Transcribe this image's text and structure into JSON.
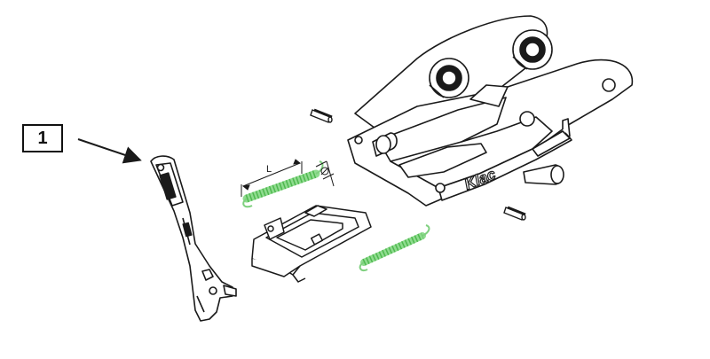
{
  "callout": {
    "number": "1"
  },
  "dimension": {
    "length_label": "L",
    "diameter_label": "⌀"
  },
  "logo": {
    "text": "Klac"
  },
  "colors": {
    "spring": "#8fdc8f",
    "line": "#1a1a1a",
    "background": "#ffffff"
  },
  "icons": {
    "arrow": "arrow-icon",
    "diameter": "diameter-icon"
  }
}
